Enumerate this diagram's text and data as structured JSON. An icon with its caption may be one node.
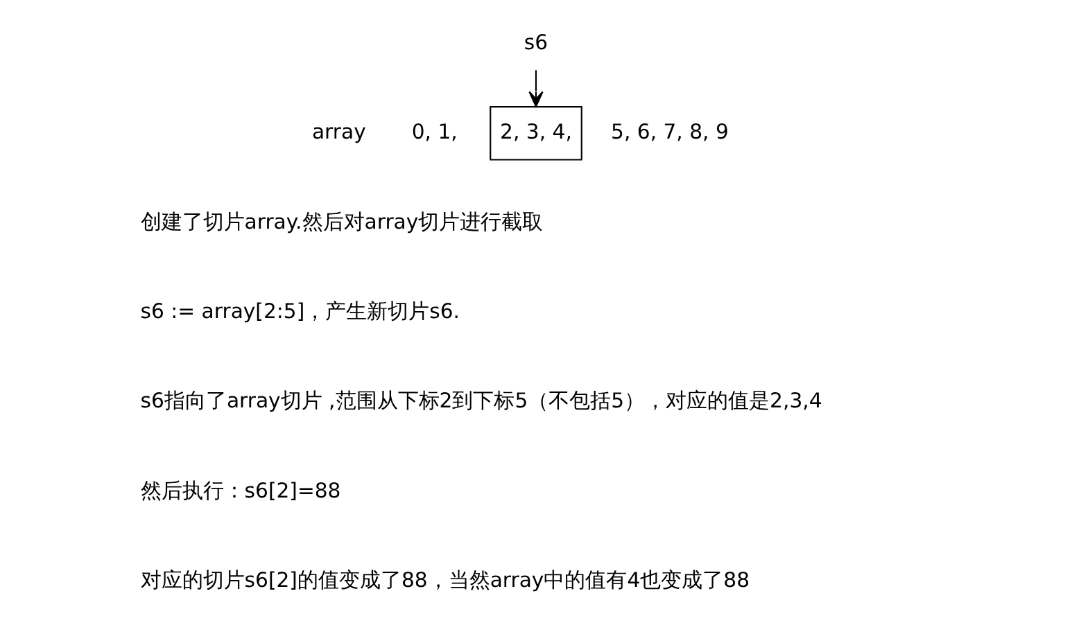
{
  "diagram": {
    "nodes": [
      {
        "text": [
          "s6"
        ]
      },
      {
        "text": [
          "2, 3, 4,"
        ]
      }
    ],
    "edges": [
      {
        "from": 0,
        "to": 1,
        "arrow": "to"
      }
    ],
    "labels": [
      "array",
      "0, 1,",
      "5, 6, 7, 8, 9",
      "创建了切片array.然后对array切片进行截取",
      "s6 := array[2:5]，产生新切片s6.",
      "s6指向了array切片 ,范围从下标2到下标5（不包括5），对应的值是2,3,4",
      "然后执行：s6[2]=88",
      "对应的切片s6[2]的值变成了88，当然array中的值有4也变成了88"
    ]
  }
}
